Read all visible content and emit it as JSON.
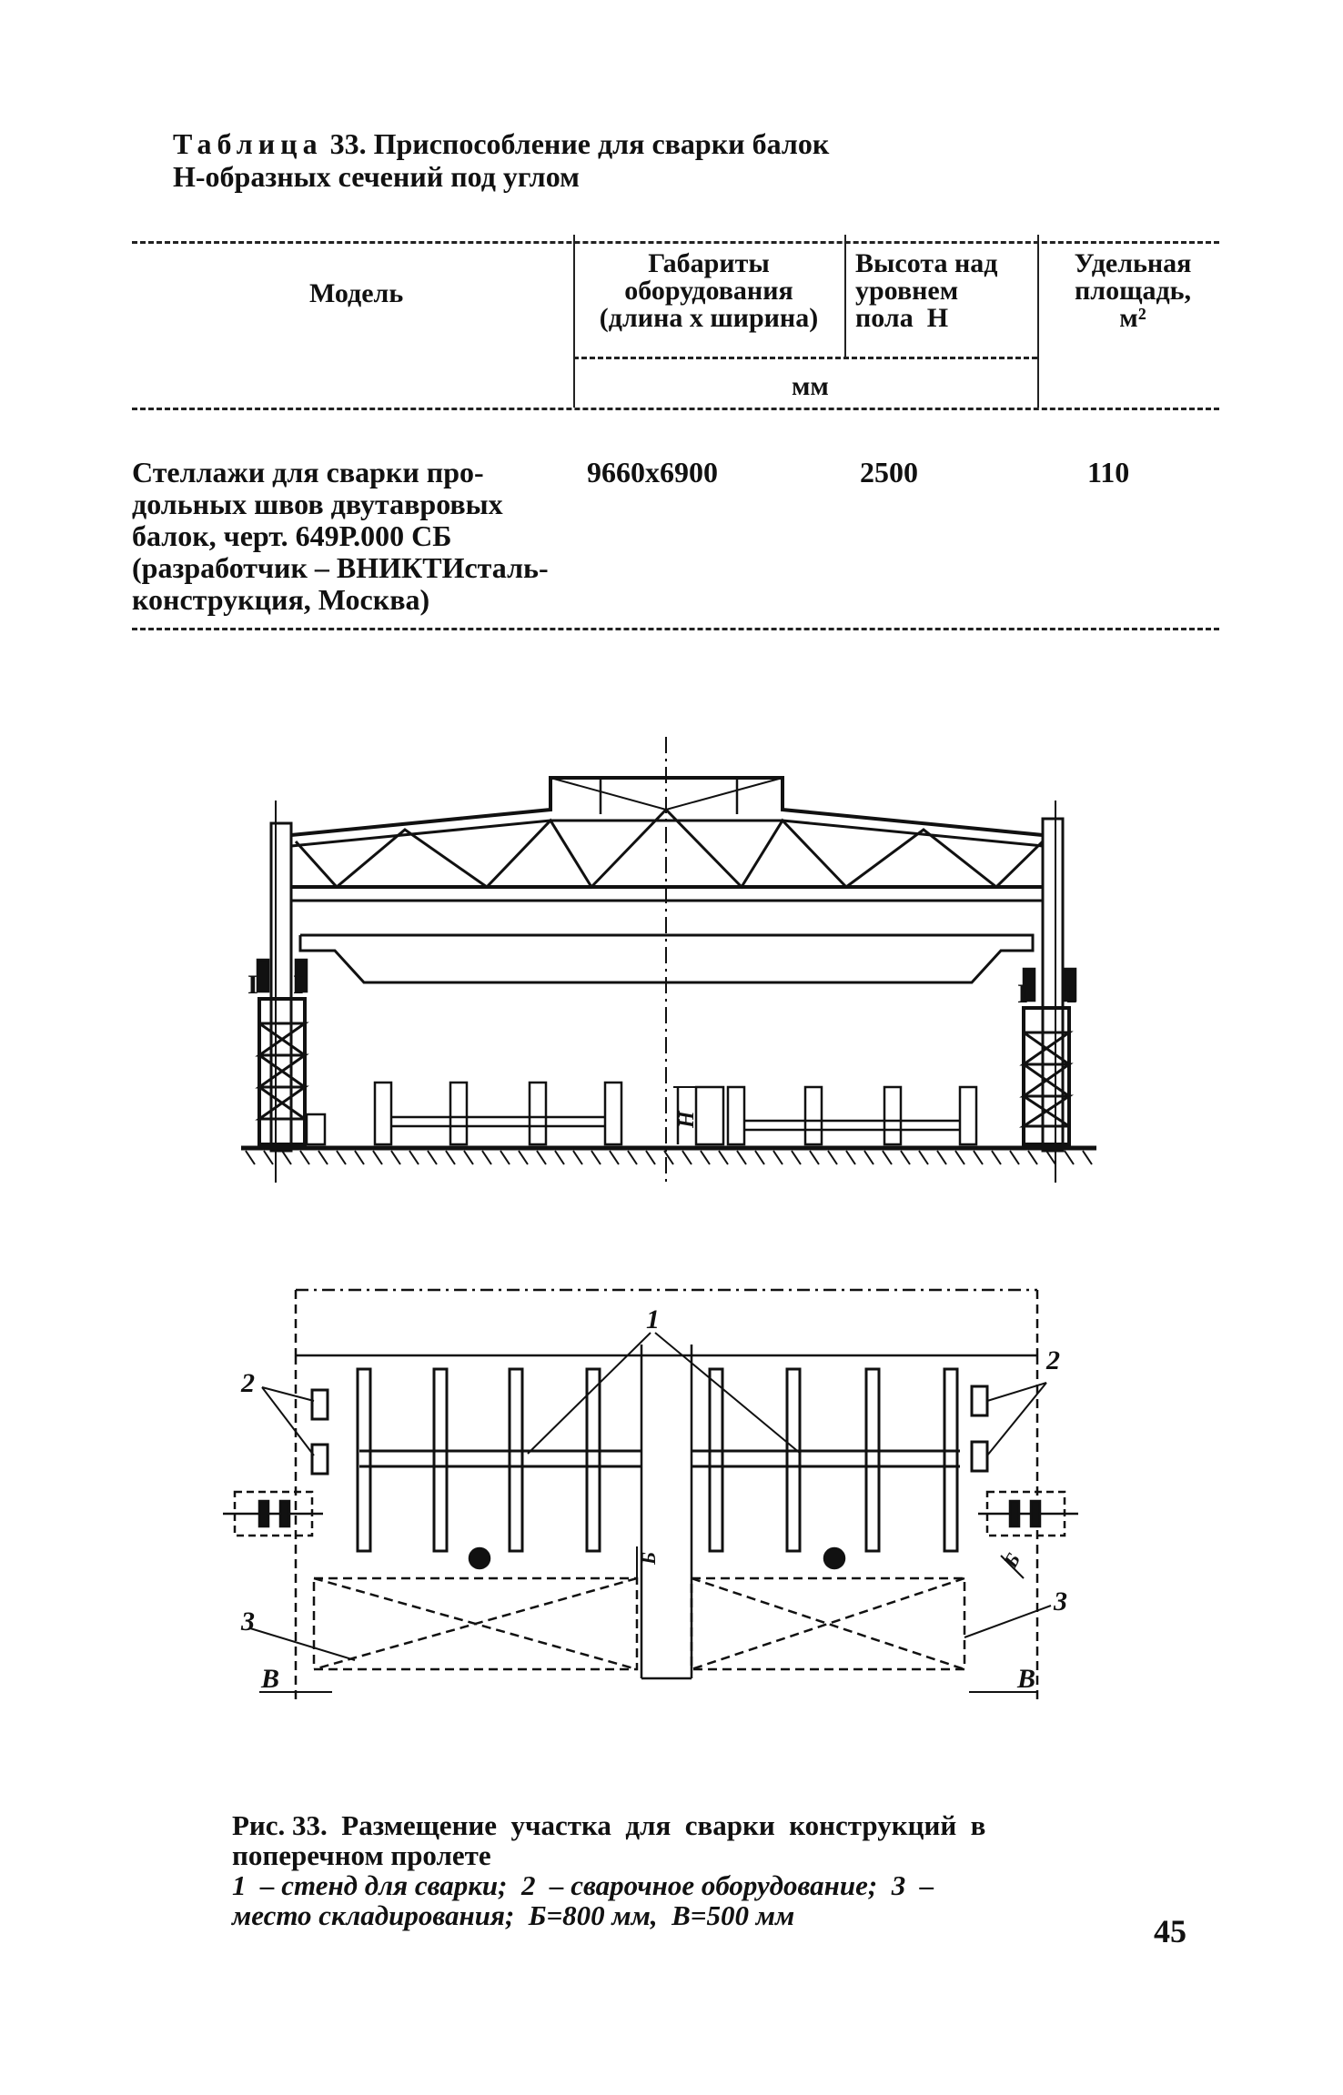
{
  "table": {
    "title_prefix": "Таблица",
    "title_number": " 33.",
    "title_rest_line1": " Приспособление для сварки балок",
    "title_line2": "Н-образных сечений под углом",
    "headers": {
      "model": "Модель",
      "dimensions": "Габариты\nоборудования\n(длина х ширина)",
      "height": "Высота над\nуровнем\nпола  Н",
      "area": "Удельная\nплощадь,\nм²",
      "units": "мм"
    },
    "rows": [
      {
        "model": "Стеллажи для сварки про-\nдольных швов двутавровых\nбалок, черт. 649Р.000 СБ\n(разработчик – ВНИКТИсталь-\nконструкция, Москва)",
        "dimensions": "9660х6900",
        "height": "2500",
        "area": "110"
      }
    ]
  },
  "figure": {
    "section_labels": {
      "i1": "I",
      "i2": "I",
      "i3": "I",
      "i4": "I",
      "h_mark": "Н"
    },
    "plan_labels": {
      "label_1": "1",
      "label_2_left": "2",
      "label_2_right": "2",
      "label_3_left": "3",
      "label_3_right": "3",
      "label_b_center": "Б",
      "label_b_right": "Б",
      "label_v_left": "В",
      "label_v_right": "В"
    },
    "caption_title": "Рис. 33.  Размещение  участка  для  сварки  конструкций  в\nпоперечном пролете",
    "caption_legend": "1  – стенд для сварки;  2  – сварочное оборудование;  3  –\nместо складирования;  Б=800 мм,  В=500 мм"
  },
  "page": {
    "number": "45"
  }
}
